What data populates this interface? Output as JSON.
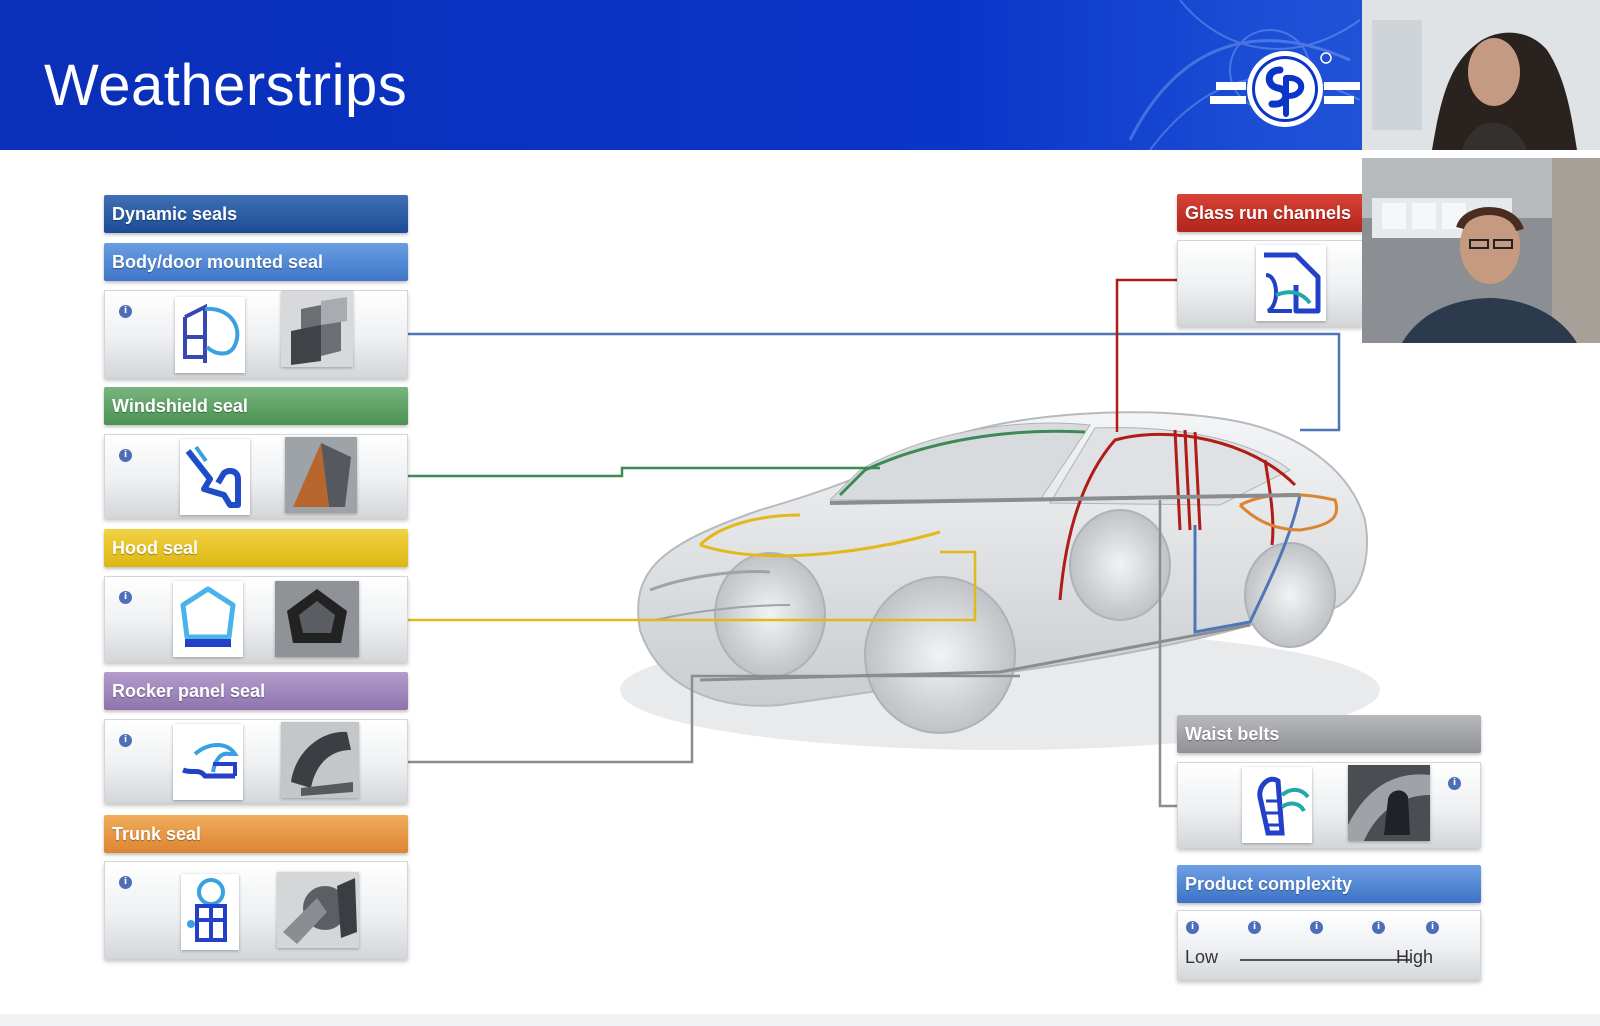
{
  "slide": {
    "title": "Weatherstrips"
  },
  "left_panel": {
    "header": "Dynamic seals",
    "sections": [
      {
        "label": "Body/door mounted seal",
        "color": "#3e76c8"
      },
      {
        "label": "Windshield seal",
        "color": "#4b9253"
      },
      {
        "label": "Hood seal",
        "color": "#ddb712"
      },
      {
        "label": "Rocker panel seal",
        "color": "#8d74ad"
      },
      {
        "label": "Trunk seal",
        "color": "#dc8531"
      }
    ]
  },
  "right_panel": {
    "glass_run": {
      "label": "Glass run channels",
      "color": "#b2241c"
    },
    "waist_belts": {
      "label": "Waist belts",
      "color": "#8f9195"
    },
    "complexity": {
      "label": "Product complexity",
      "low": "Low",
      "high": "High",
      "levels": 5
    }
  },
  "info_glyph": "i",
  "colors": {
    "header_bg": "#0b35c8",
    "line_blue": "#4e77b8",
    "line_green": "#3e8a57",
    "line_yellow": "#e2b81c",
    "line_gray": "#8a8c90",
    "line_red": "#b01c16"
  },
  "icons": [
    "info-icon",
    "sp-logo",
    "car-illustration",
    "participant-video"
  ]
}
